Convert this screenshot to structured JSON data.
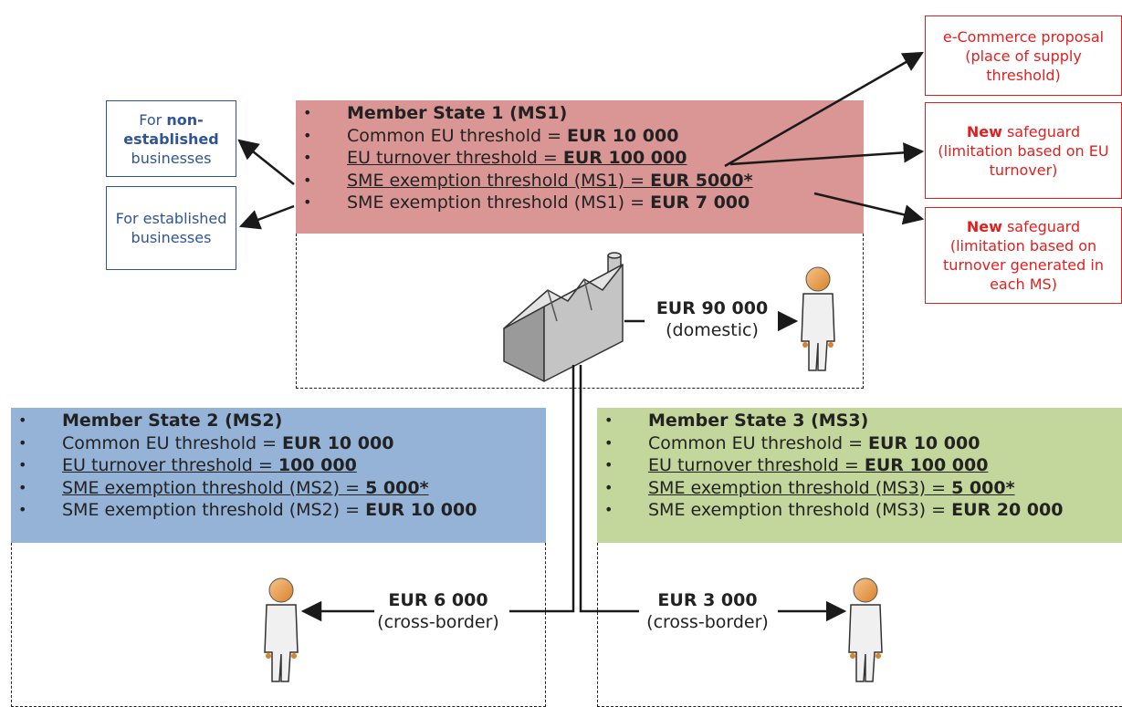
{
  "ms1": {
    "title": "Member State 1 (MS1)",
    "line1_label": "Common EU threshold = ",
    "line1_value": "EUR 10 000",
    "line2_label": "EU turnover threshold = ",
    "line2_value": "EUR 100 000",
    "line3_label": "SME exemption threshold (MS1) = ",
    "line3_value": "EUR 5000*",
    "line4_label": "SME exemption threshold (MS1) = ",
    "line4_value": "EUR 7 000",
    "color": "#d99694"
  },
  "ms2": {
    "title": "Member State 2 (MS2)",
    "line1_label": "Common EU threshold = ",
    "line1_value": "EUR 10 000",
    "line2_label": "EU turnover threshold = ",
    "line2_value": "100 000",
    "line3_label": "SME exemption threshold (MS2) = ",
    "line3_value": "5 000*",
    "line4_label": "SME exemption threshold (MS2) = ",
    "line4_value": "EUR 10 000",
    "color": "#95b3d7"
  },
  "ms3": {
    "title": "Member State 3 (MS3)",
    "line1_label": "Common EU threshold = ",
    "line1_value": "EUR 10 000",
    "line2_label": "EU turnover threshold = ",
    "line2_value": "EUR 100 000",
    "line3_label": "SME exemption threshold (MS3) = ",
    "line3_value": "5 000*",
    "line4_label": "SME exemption threshold (MS3) = ",
    "line4_value": "EUR 20 000",
    "color": "#c3d69b"
  },
  "left_boxes": {
    "non_established_prefix": "For ",
    "non_established_bold": "non-established",
    "non_established_suffix": "businesses",
    "established": "For established businesses"
  },
  "right_boxes": {
    "ecommerce": "e-Commerce proposal (place of supply threshold)",
    "safeguard1_bold": "New",
    "safeguard1_text": " safeguard (limitation based on EU turnover)",
    "safeguard2_bold": "New",
    "safeguard2_text": " safeguard (limitation based on turnover generated in each MS)"
  },
  "flows": {
    "domestic_amount": "EUR 90 000",
    "domestic_label": "(domestic)",
    "ms2_amount": "EUR 6 000",
    "ms2_label": "(cross-border)",
    "ms3_amount": "EUR 3 000",
    "ms3_label": "(cross-border)"
  }
}
